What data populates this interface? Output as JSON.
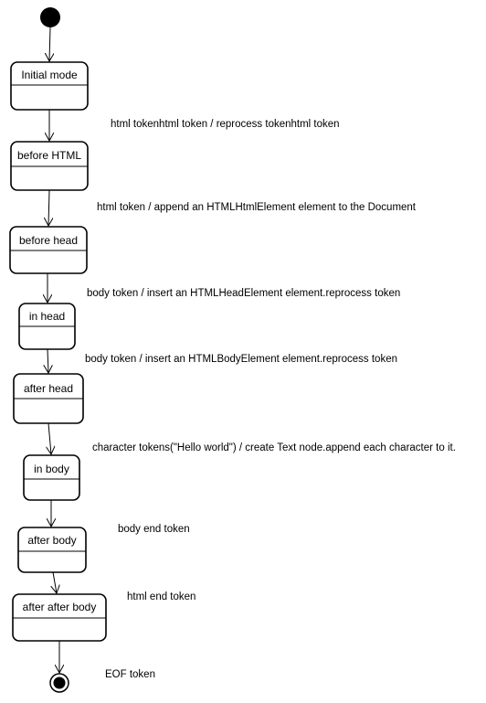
{
  "diagram": {
    "states": [
      {
        "id": "initial-mode",
        "label": "Initial mode"
      },
      {
        "id": "before-html",
        "label": "before HTML"
      },
      {
        "id": "before-head",
        "label": "before head"
      },
      {
        "id": "in-head",
        "label": "in head"
      },
      {
        "id": "after-head",
        "label": "after head"
      },
      {
        "id": "in-body",
        "label": "in body"
      },
      {
        "id": "after-body",
        "label": "after body"
      },
      {
        "id": "after-after-body",
        "label": "after after body"
      }
    ],
    "transitions": [
      {
        "from": "start",
        "to": "initial-mode",
        "label": ""
      },
      {
        "from": "initial-mode",
        "to": "before-html",
        "label": "html tokenhtml token / reprocess tokenhtml token"
      },
      {
        "from": "before-html",
        "to": "before-head",
        "label": "html token / append an HTMLHtmlElement element to the Document"
      },
      {
        "from": "before-head",
        "to": "in-head",
        "label": "body token / insert an HTMLHeadElement element.reprocess token"
      },
      {
        "from": "in-head",
        "to": "after-head",
        "label": "body token / insert an HTMLBodyElement element.reprocess token"
      },
      {
        "from": "after-head",
        "to": "in-body",
        "label": "character tokens(\"Hello world\") / create Text node.append each character to it."
      },
      {
        "from": "in-body",
        "to": "after-body",
        "label": "body end token"
      },
      {
        "from": "after-body",
        "to": "after-after-body",
        "label": "html end token"
      },
      {
        "from": "after-after-body",
        "to": "end",
        "label": "EOF token"
      }
    ],
    "colors": {
      "stroke": "#000000",
      "background": "#ffffff"
    }
  }
}
